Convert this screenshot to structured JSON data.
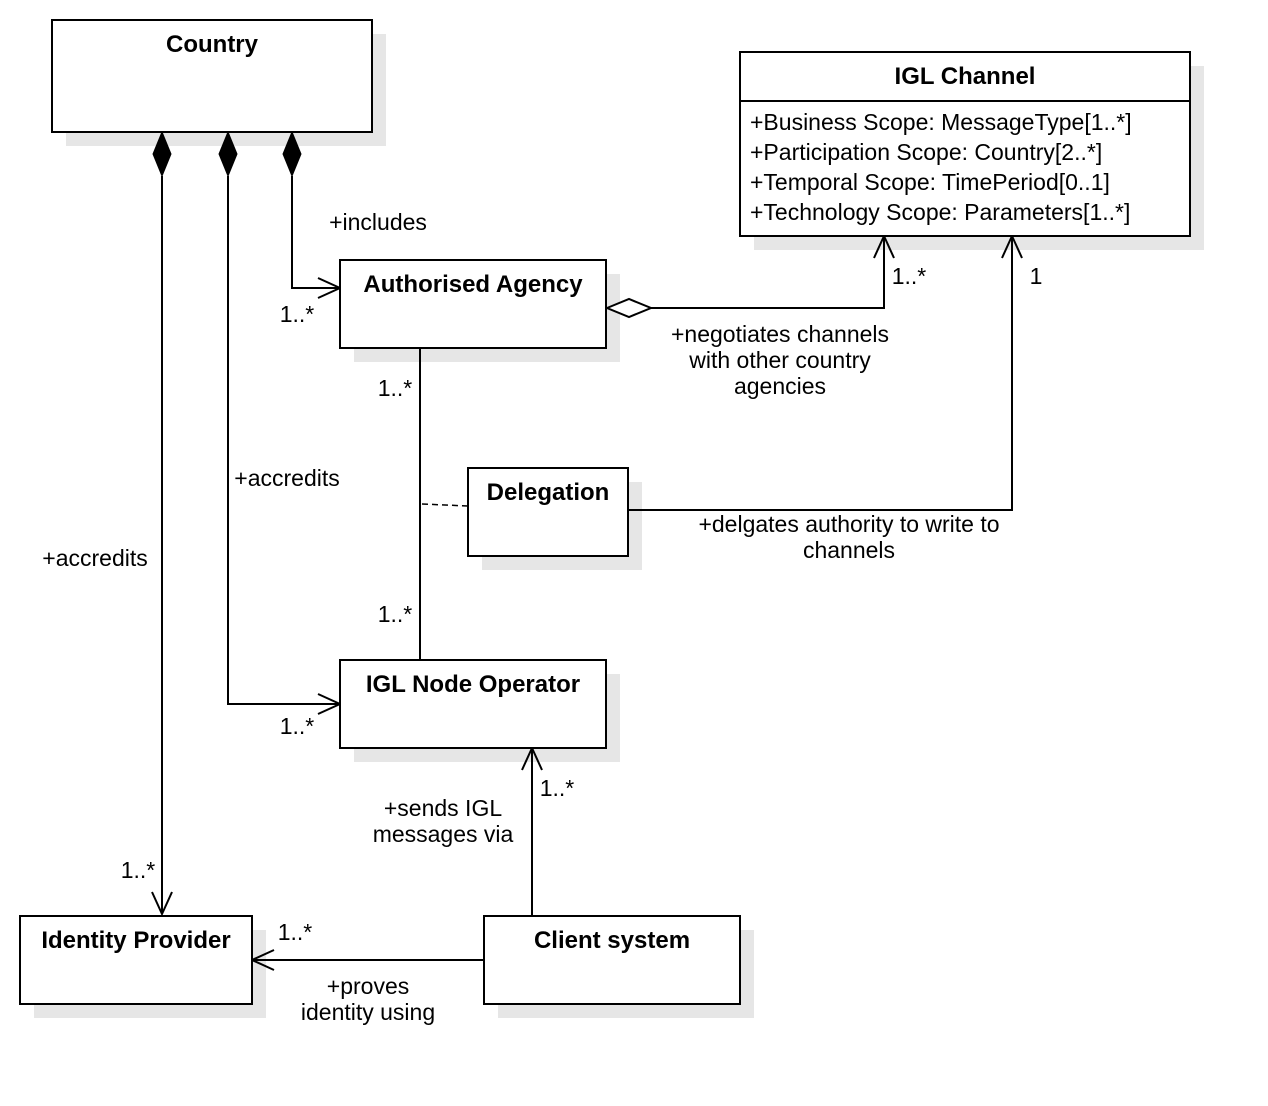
{
  "classes": {
    "country": {
      "name": "Country"
    },
    "igl_channel": {
      "name": "IGL Channel",
      "attributes": [
        "+Business Scope: MessageType[1..*]",
        "+Participation Scope: Country[2..*]",
        "+Temporal Scope: TimePeriod[0..1]",
        "+Technology Scope: Parameters[1..*]"
      ]
    },
    "authorised_agency": {
      "name": "Authorised Agency"
    },
    "delegation": {
      "name": "Delegation"
    },
    "igl_node_operator": {
      "name": "IGL Node Operator"
    },
    "identity_provider": {
      "name": "Identity Provider"
    },
    "client_system": {
      "name": "Client system"
    }
  },
  "associations": {
    "includes": {
      "label": "+includes",
      "target_mult": "1..*"
    },
    "accredits_operator": {
      "label": "+accredits",
      "target_mult": "1..*"
    },
    "accredits_idp": {
      "label": "+accredits",
      "target_mult": "1..*"
    },
    "negotiates": {
      "label_lines": [
        "+negotiates channels",
        "with other country",
        "agencies"
      ],
      "target_mult": "1..*"
    },
    "agency_operator": {
      "agency_mult": "1..*",
      "operator_mult": "1..*"
    },
    "delegates": {
      "label_lines": [
        "+delgates authority to write to",
        "channels"
      ],
      "target_mult": "1"
    },
    "sends": {
      "label_lines": [
        "+sends IGL",
        "messages via"
      ],
      "target_mult": "1..*"
    },
    "proves": {
      "label_lines": [
        "+proves",
        "identity using"
      ],
      "target_mult": "1..*"
    }
  }
}
